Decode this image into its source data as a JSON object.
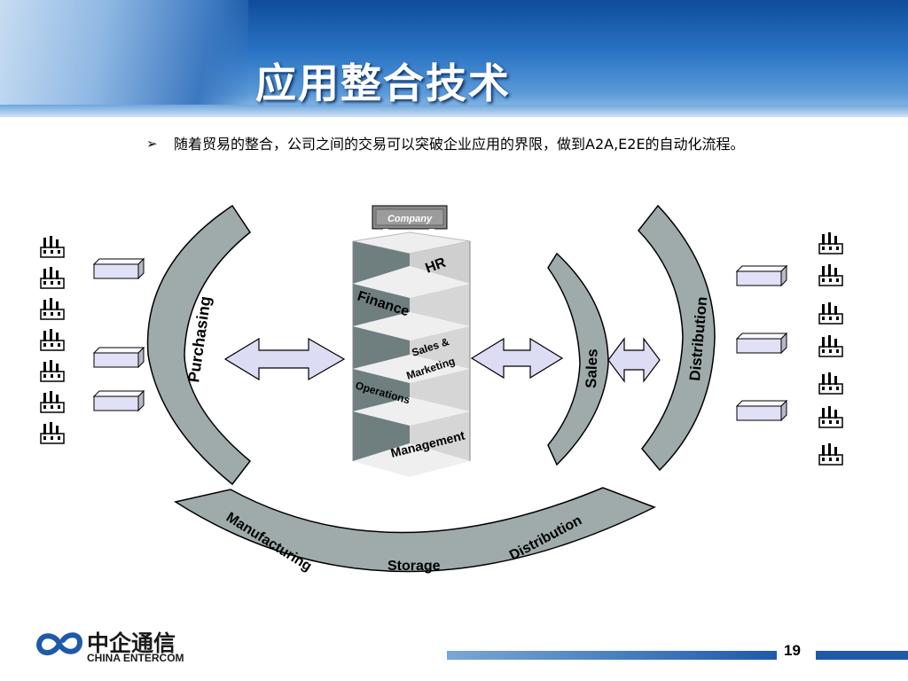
{
  "slide": {
    "title": "应用整合技术",
    "bullet_marker": "➢",
    "bullet_text": "随着贸易的整合，公司之间的交易可以突破企业应用的界限，做到A2A,E2E的自动化流程。",
    "page_number": "19"
  },
  "diagram": {
    "company_label": "Company",
    "stack_labels": [
      "HR",
      "Finance",
      "Sales &",
      "Marketing",
      "Operations",
      "Management"
    ],
    "left_arc_label": "Purchasing",
    "sales_arc_label": "Sales",
    "right_arc_label": "Distribution",
    "bottom_arc_labels": [
      "Manufacturing",
      "Storage",
      "Distribution"
    ]
  },
  "footer": {
    "logo_cn": "中企通信",
    "logo_en": "CHINA ENTERCOM"
  },
  "colors": {
    "header_blue": "#1e5aa8",
    "arc_fill": "#9fabab",
    "arrow_fill": "#dcdcf4"
  }
}
